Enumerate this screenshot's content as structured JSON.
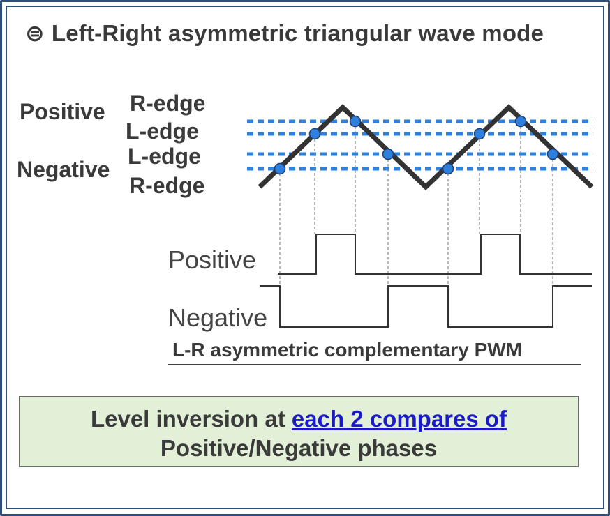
{
  "title": {
    "symbol": "⊜",
    "text": "Left-Right asymmetric triangular wave mode"
  },
  "labels": {
    "positive": "Positive",
    "negative": "Negative",
    "r_edge_top": "R-edge",
    "l_edge_top": "L-edge",
    "l_edge_bottom": "L-edge",
    "r_edge_bottom": "R-edge"
  },
  "signals": {
    "positive": "Positive",
    "negative": "Negative"
  },
  "caption": "L-R asymmetric complementary PWM",
  "note": {
    "line1_prefix": "Level inversion at ",
    "line1_link": "each 2 compares of",
    "line2": "Positive/Negative phases"
  },
  "colors": {
    "frame": "#2f4f78",
    "wave": "#333333",
    "compare_lines": "#2f7fdc",
    "markers": "#2f7fdc",
    "note_background": "#e3f0d8",
    "link": "#1a1ac8"
  }
}
